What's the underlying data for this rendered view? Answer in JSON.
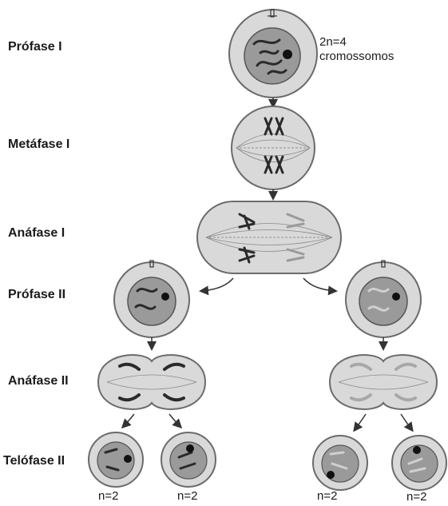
{
  "phases": {
    "prophase1": "Prófase I",
    "metaphase1": "Metáfase I",
    "anaphase1": "Anáfase I",
    "prophase2": "Prófase II",
    "anaphase2": "Anáfase II",
    "telophase2": "Telófase II"
  },
  "chromosome_note": {
    "line1": "2n=4",
    "line2": "cromossomos"
  },
  "daughter_cells": {
    "c1": "n=2",
    "c2": "n=2",
    "c3": "n=2",
    "c4": "n=2"
  },
  "colors": {
    "cell_fill": "#d9d9d9",
    "nucleus_fill": "#9a9a9a",
    "outline": "#6b6b6b",
    "chromosome": "#3a3a3a",
    "chromosome_light": "#bdbdbd"
  }
}
